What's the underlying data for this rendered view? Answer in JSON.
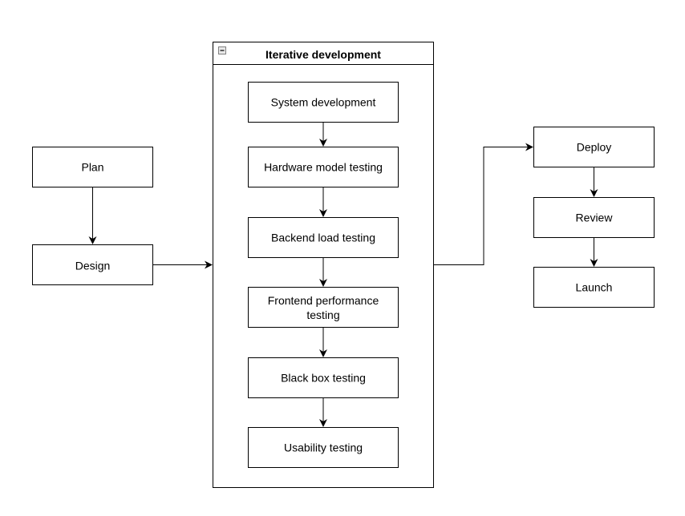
{
  "diagram": {
    "container": {
      "title": "Iterative development",
      "collapse_icon": "minus-box-icon"
    },
    "nodes": {
      "plan": "Plan",
      "design": "Design",
      "system_dev": "System development",
      "hardware_test": "Hardware model testing",
      "backend_test": "Backend load testing",
      "frontend_test_line1": "Frontend performance",
      "frontend_test_line2": "testing",
      "blackbox_test": "Black box testing",
      "usability_test": "Usability testing",
      "deploy": "Deploy",
      "review": "Review",
      "launch": "Launch"
    },
    "edges": [
      {
        "from": "Plan",
        "to": "Design"
      },
      {
        "from": "Design",
        "to": "Iterative development"
      },
      {
        "from": "System development",
        "to": "Hardware model testing"
      },
      {
        "from": "Hardware model testing",
        "to": "Backend load testing"
      },
      {
        "from": "Backend load testing",
        "to": "Frontend performance testing"
      },
      {
        "from": "Frontend performance testing",
        "to": "Black box testing"
      },
      {
        "from": "Black box testing",
        "to": "Usability testing"
      },
      {
        "from": "Iterative development",
        "to": "Deploy"
      },
      {
        "from": "Deploy",
        "to": "Review"
      },
      {
        "from": "Review",
        "to": "Launch"
      }
    ]
  }
}
